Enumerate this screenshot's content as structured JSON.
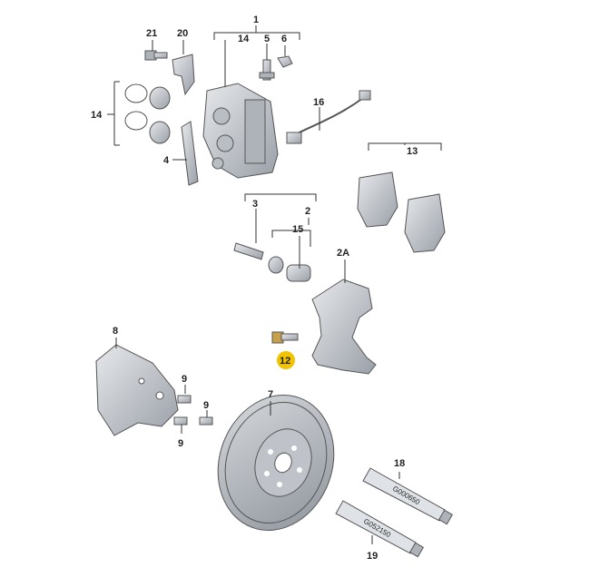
{
  "callouts": {
    "c1": "1",
    "c14a": "14",
    "c5": "5",
    "c6": "6",
    "c20": "20",
    "c21": "21",
    "c14b": "14",
    "c4": "4",
    "c16": "16",
    "c13": "13",
    "c3": "3",
    "c2": "2",
    "c15": "15",
    "c2a": "2A",
    "c8": "8",
    "c12": "12",
    "c9a": "9",
    "c9b": "9",
    "c9c": "9",
    "c7": "7",
    "c18": "18",
    "c19": "19"
  },
  "tube_labels": {
    "upper": "G000650",
    "lower": "G052150"
  },
  "colors": {
    "highlight": "#f2c400",
    "part_fill": "#c9ccd2",
    "part_dark": "#9aa0a8",
    "tube": "#dfe2e6"
  }
}
